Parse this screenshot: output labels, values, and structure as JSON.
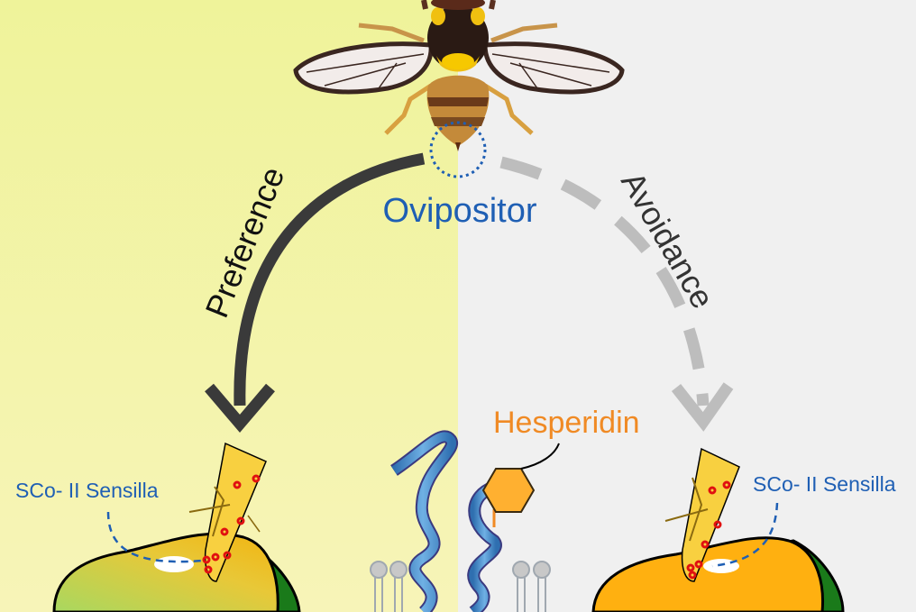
{
  "labels": {
    "ovipositor": "Ovipositor",
    "preference": "Preference",
    "avoidance": "Avoidance",
    "hesperidin": "Hesperidin",
    "sensilla_left": "SCo- II  Sensilla",
    "sensilla_right": "SCo- II  Sensilla"
  },
  "colors": {
    "left_bg": "#f3f3a8",
    "right_bg": "#f0f0f0",
    "ovipositor_text": "#1f5fb4",
    "hesperidin_text": "#f08a24",
    "preference_arrow": "#3a3a3a",
    "avoidance_arrow": "#bdbdbd",
    "protein": "#4a8fd0"
  }
}
